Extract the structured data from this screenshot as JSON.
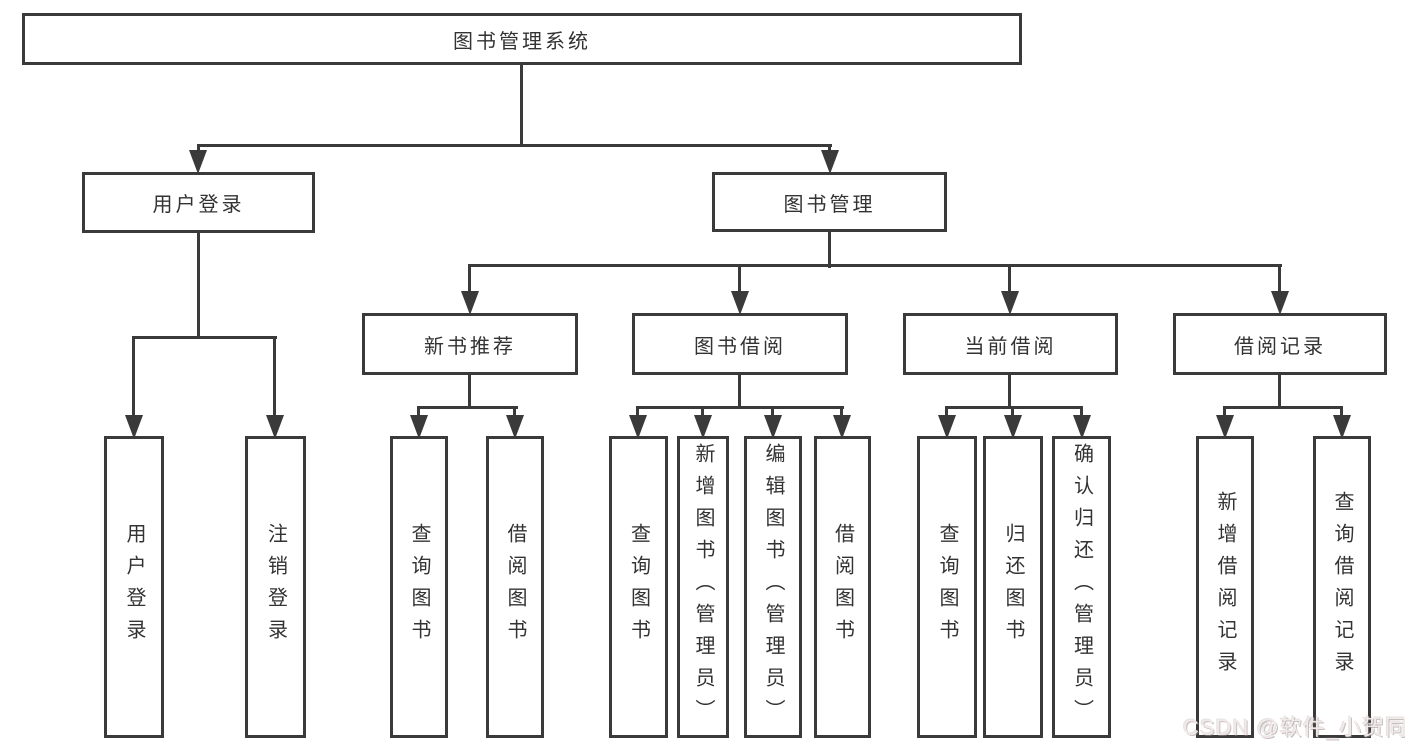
{
  "root": {
    "label": "图书管理系统"
  },
  "user_login": {
    "label": "用户登录",
    "children": [
      {
        "label": "用户登录"
      },
      {
        "label": "注销登录"
      }
    ]
  },
  "book_mgmt": {
    "label": "图书管理",
    "sections": [
      {
        "label": "新书推荐",
        "children": [
          {
            "label": "查询图书"
          },
          {
            "label": "借阅图书"
          }
        ]
      },
      {
        "label": "图书借阅",
        "children": [
          {
            "label": "查询图书"
          },
          {
            "label": "新增图书（管理员）"
          },
          {
            "label": "编辑图书（管理员）"
          },
          {
            "label": "借阅图书"
          }
        ]
      },
      {
        "label": "当前借阅",
        "children": [
          {
            "label": "查询图书"
          },
          {
            "label": "归还图书"
          },
          {
            "label": "确认归还（管理员）"
          }
        ]
      },
      {
        "label": "借阅记录",
        "children": [
          {
            "label": "新增借阅记录"
          },
          {
            "label": "查询借阅记录"
          }
        ]
      }
    ]
  },
  "watermark": {
    "text": "CSDN @软件_小贺同学"
  },
  "colors": {
    "line": "#3a3a3a",
    "text": "#333333",
    "background": "#ffffff",
    "watermark": "#f3e9e9"
  }
}
